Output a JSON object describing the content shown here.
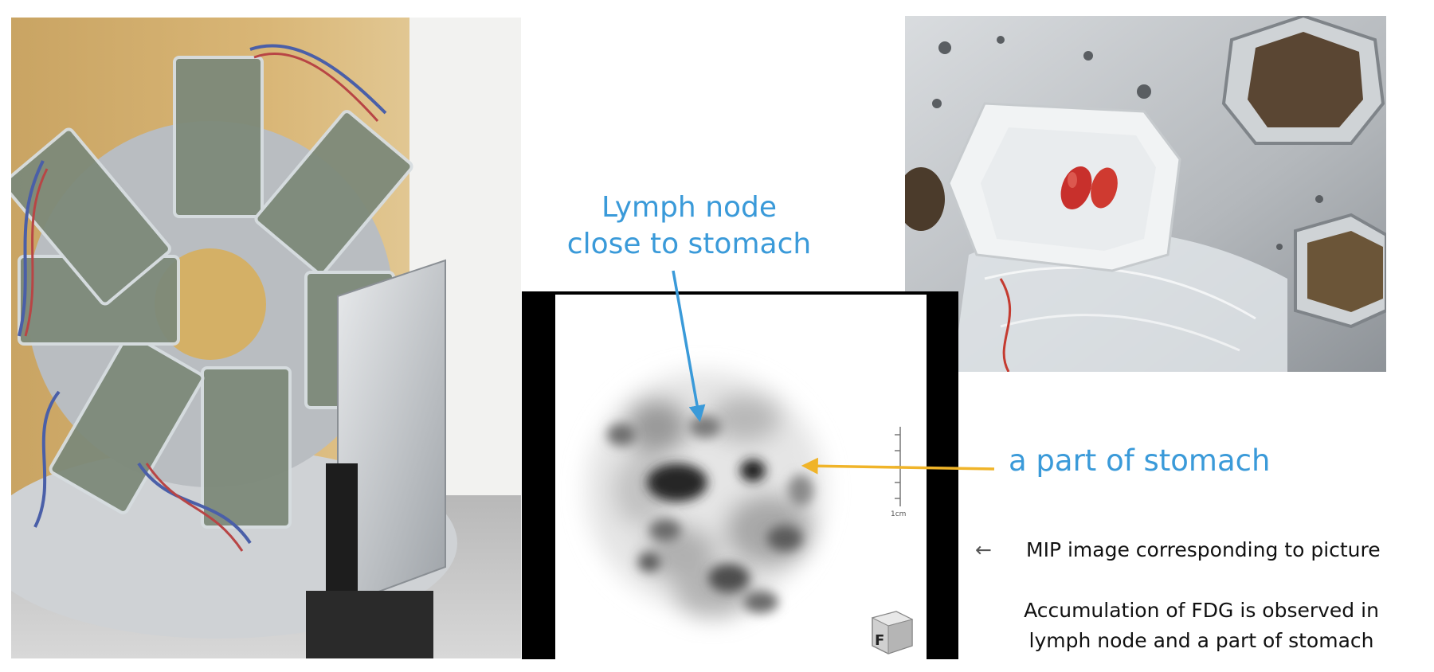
{
  "labels": {
    "lymph_node_line1": "Lymph node",
    "lymph_node_line2": "close to stomach",
    "stomach": "a part of stomach"
  },
  "notes": {
    "mip_arrow": "←",
    "mip_image": "MIP image corresponding to picture",
    "fdg_line1": "Accumulation of FDG is observed in",
    "fdg_line2": "lymph node and a part of stomach"
  },
  "mip_panel": {
    "scale_label": "1cm",
    "orientation_cube_letter": "F"
  },
  "colors": {
    "label_blue": "#3a9ad9",
    "stomach_arrow": "#f0b429",
    "lymph_arrow": "#3a9ad9"
  }
}
